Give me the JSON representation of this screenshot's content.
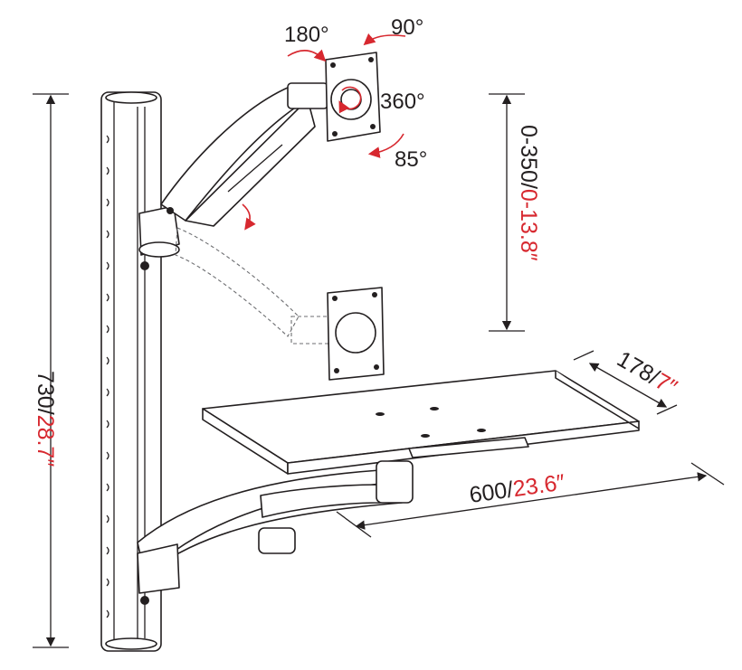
{
  "dimensions": {
    "height": {
      "mm": "730/",
      "inch": "28.7″"
    },
    "vertical_travel": {
      "mm": "0-350/",
      "inch": "0-13.8″"
    },
    "depth": {
      "mm": "178/",
      "inch": "7″"
    },
    "width": {
      "mm": "600/",
      "inch": "23.6″"
    }
  },
  "rotations": {
    "swivel": "180°",
    "tilt_up": "90°",
    "rotate": "360°",
    "tilt_down": "85°"
  },
  "colors": {
    "accent": "#d7282f",
    "line": "#231f20"
  }
}
